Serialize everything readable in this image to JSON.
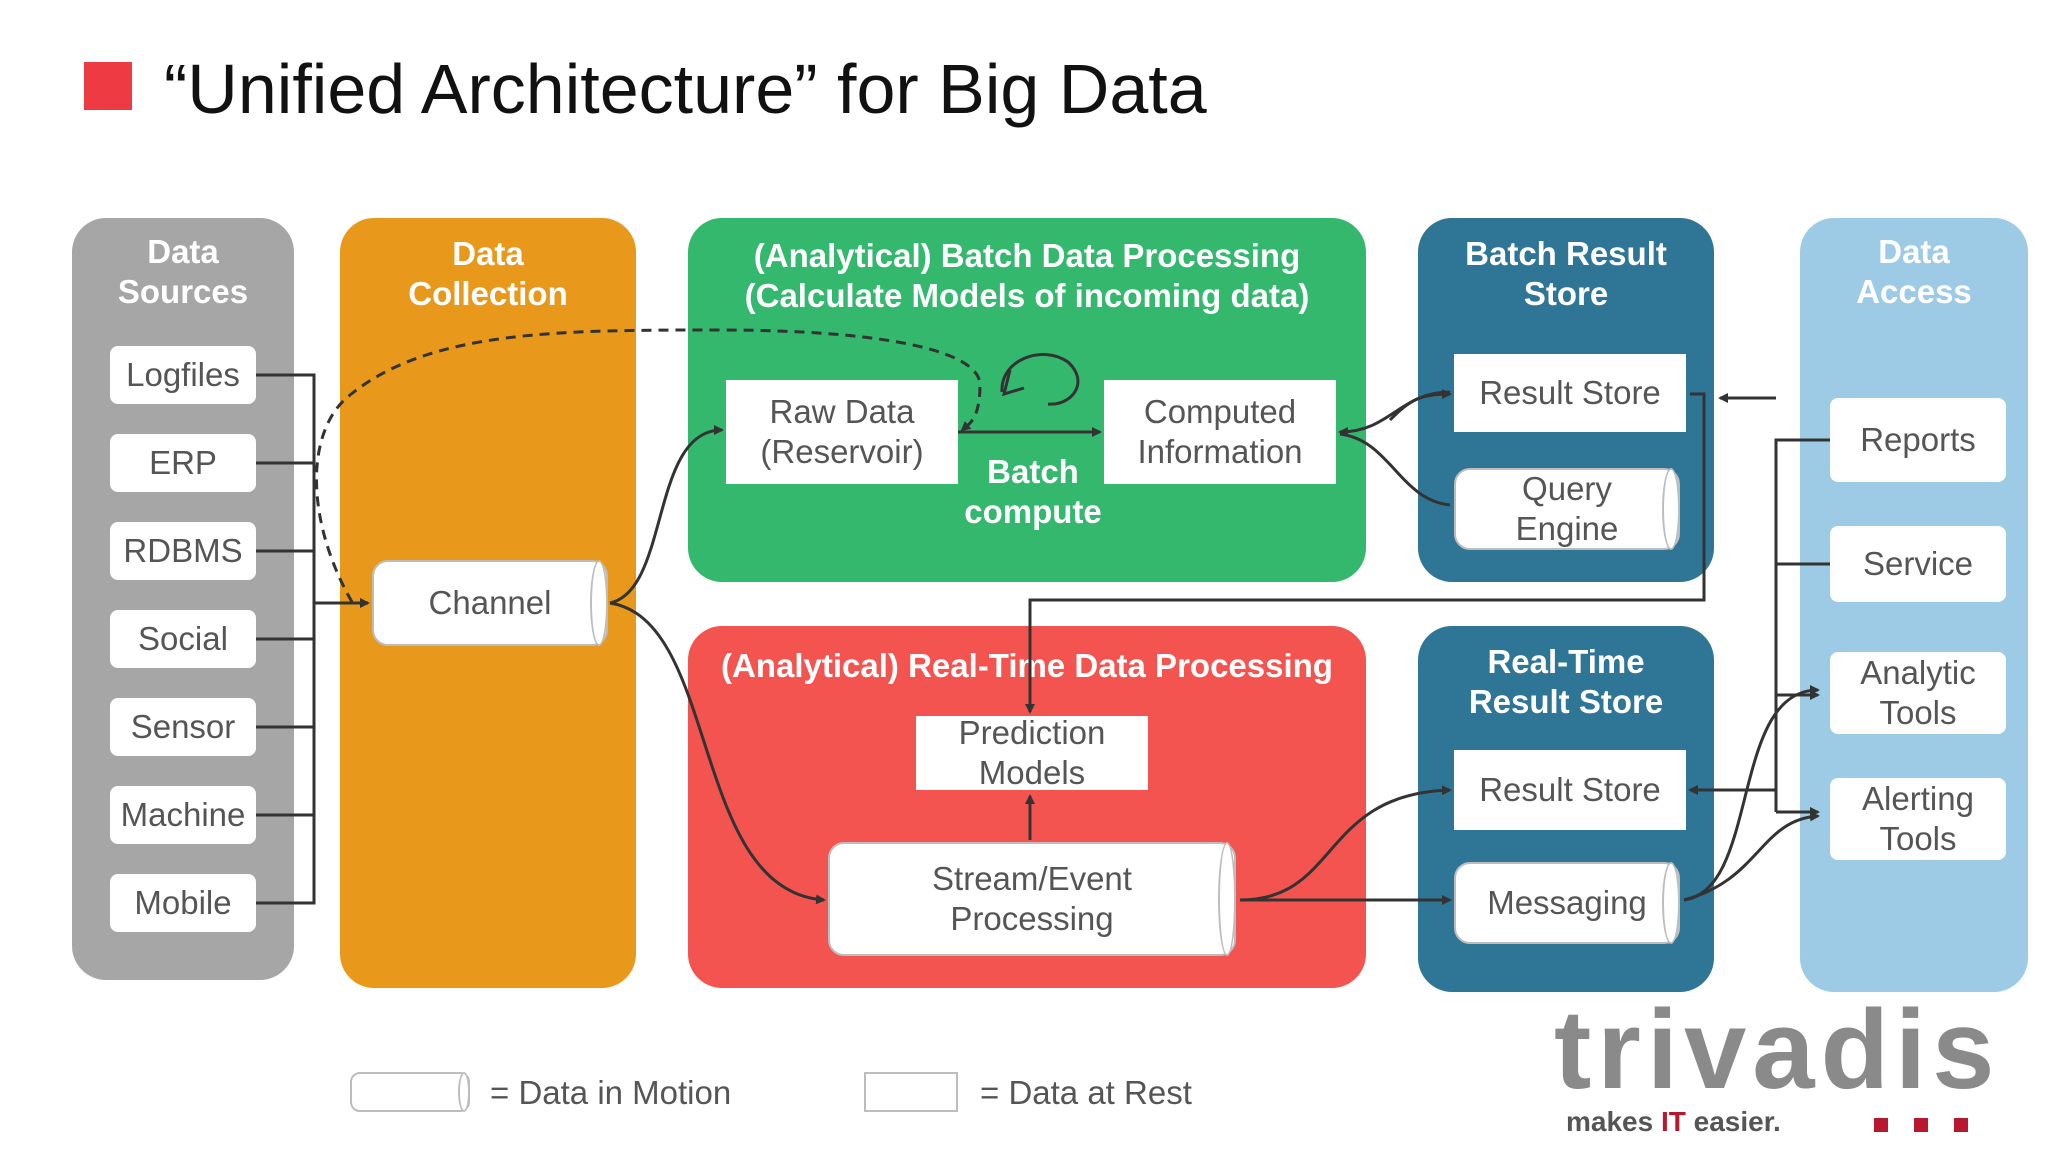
{
  "title": "“Unified Architecture” for Big Data",
  "colors": {
    "accent_red": "#ee3a43",
    "sources_gray": "#a6a6a6",
    "collection_orange": "#e8991c",
    "batch_green": "#33b86e",
    "realtime_red": "#f4544f",
    "result_store_blue": "#2f7596",
    "access_lightblue": "#9dcbe6"
  },
  "panels": {
    "data_sources": {
      "title": "Data\nSources"
    },
    "data_collection": {
      "title": "Data\nCollection"
    },
    "batch_processing": {
      "title": "(Analytical) Batch Data Processing\n(Calculate Models of incoming data)"
    },
    "batch_result_store": {
      "title": "Batch Result\nStore"
    },
    "realtime_processing": {
      "title": "(Analytical) Real-Time Data Processing"
    },
    "realtime_result_store": {
      "title": "Real-Time\nResult Store"
    },
    "data_access": {
      "title": "Data\nAccess"
    }
  },
  "sources": [
    "Logfiles",
    "ERP",
    "RDBMS",
    "Social",
    "Sensor",
    "Machine",
    "Mobile"
  ],
  "collection": {
    "channel": "Channel"
  },
  "batch": {
    "raw_data": "Raw Data\n(Reservoir)",
    "computed": "Computed\nInformation",
    "batch_compute": "Batch\ncompute"
  },
  "batch_store": {
    "result_store": "Result Store",
    "query_engine": "Query\nEngine"
  },
  "realtime": {
    "prediction_models": "Prediction\nModels",
    "stream_processing": "Stream/Event\nProcessing"
  },
  "realtime_store": {
    "result_store": "Result Store",
    "messaging": "Messaging"
  },
  "access": [
    "Reports",
    "Service",
    "Analytic\nTools",
    "Alerting\nTools"
  ],
  "legend": {
    "motion": "= Data in Motion",
    "rest": "= Data at Rest"
  },
  "logo": {
    "wordmark": "trivadis",
    "tagline_pre": "makes ",
    "tagline_it": "IT",
    "tagline_post": " easier."
  }
}
